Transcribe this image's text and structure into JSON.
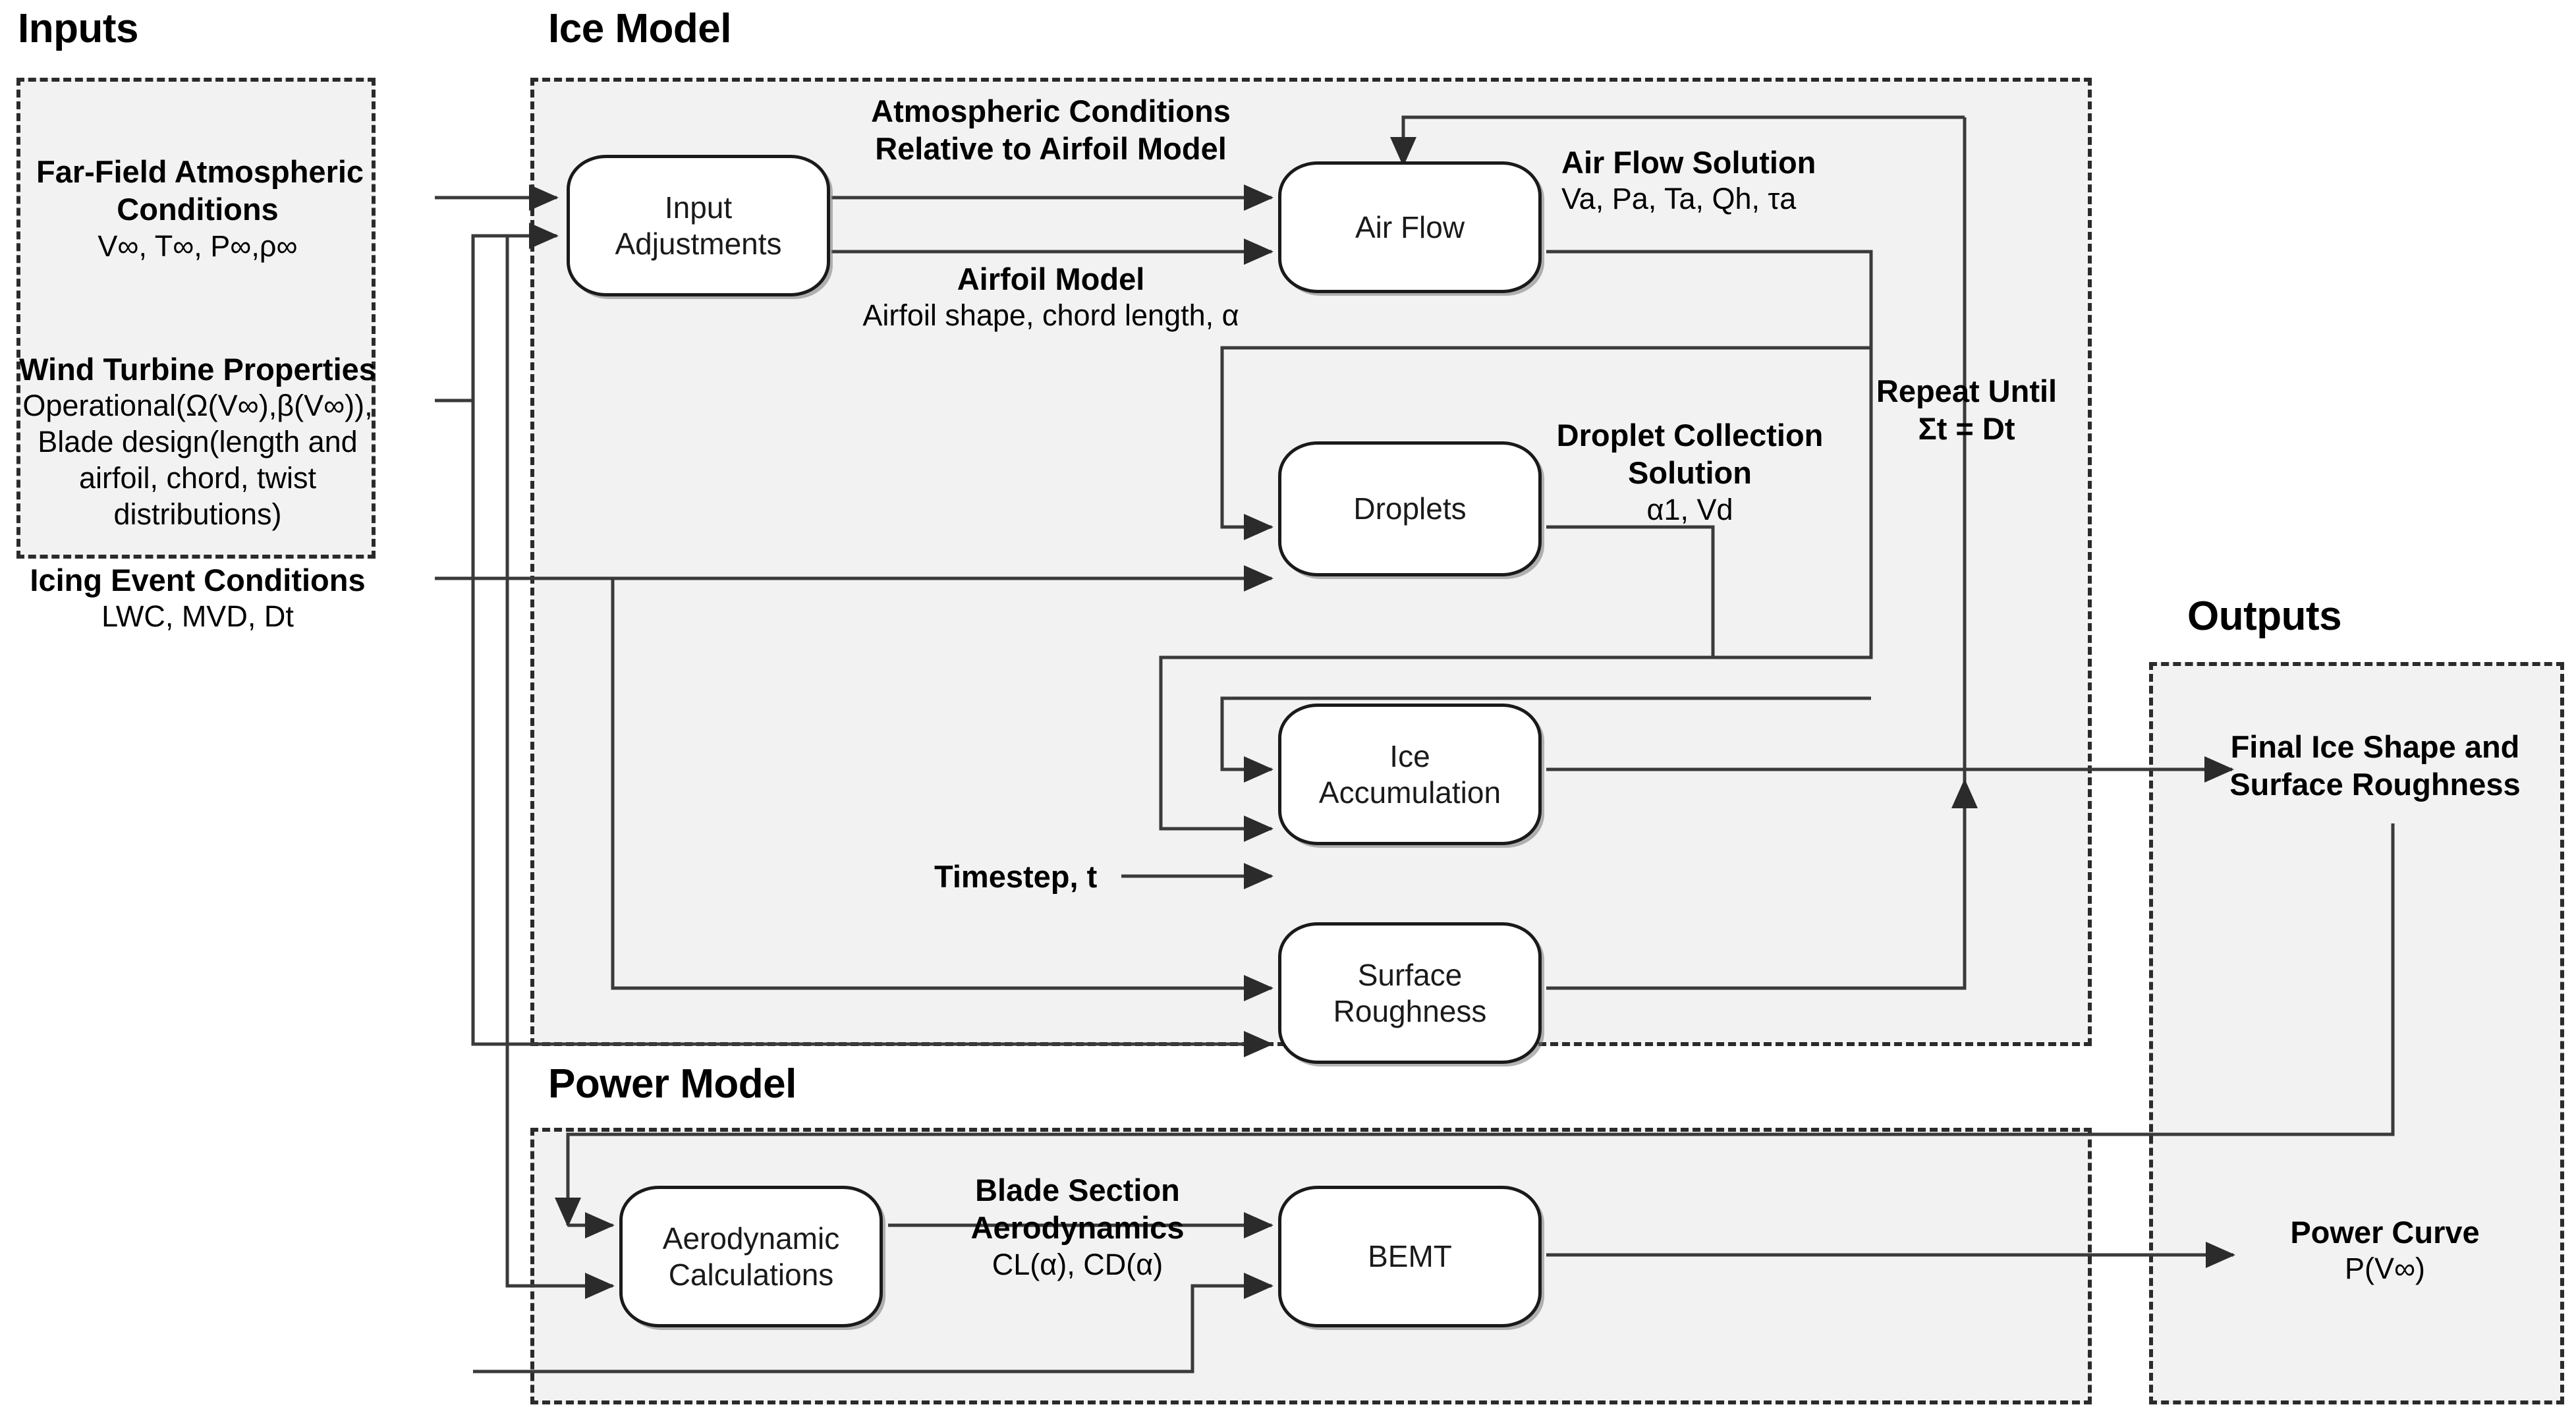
{
  "diagram": {
    "title_groups": [
      {
        "id": "inputs",
        "label": "Inputs"
      },
      {
        "id": "ice",
        "label": "Ice Model"
      },
      {
        "id": "power",
        "label": "Power Model"
      },
      {
        "id": "outputs",
        "label": "Outputs"
      }
    ]
  },
  "inputs": {
    "group_label": "Inputs",
    "items": [
      {
        "title": "Far-Field Atmospheric",
        "title2": "Conditions",
        "detail": "V∞, T∞, P∞,ρ∞"
      },
      {
        "title": "Wind Turbine Properties",
        "detail1": "Operational(Ω(V∞),β(V∞)),",
        "detail2": "Blade design(length and",
        "detail3": "airfoil, chord, twist",
        "detail4": "distributions)"
      },
      {
        "title": "Icing Event Conditions",
        "detail": "LWC, MVD, Dt"
      }
    ]
  },
  "ice_model": {
    "group_label": "Ice Model",
    "nodes": [
      {
        "id": "input-adjustments",
        "line1": "Input",
        "line2": "Adjustments"
      },
      {
        "id": "air-flow",
        "line1": "Air Flow",
        "line2": ""
      },
      {
        "id": "droplets",
        "line1": "Droplets",
        "line2": ""
      },
      {
        "id": "ice-accumulation",
        "line1": "Ice",
        "line2": "Accumulation"
      },
      {
        "id": "surface-roughness",
        "line1": "Surface",
        "line2": "Roughness"
      }
    ],
    "edge_labels": {
      "atmospheric_conditions_l1": "Atmospheric Conditions",
      "atmospheric_conditions_l2": "Relative to Airfoil Model",
      "airfoil_model_title": "Airfoil Model",
      "airfoil_model_detail": "Airfoil shape, chord length, α",
      "air_flow_solution_title": "Air Flow Solution",
      "air_flow_solution_detail": "Va, Pa, Ta, Qh, τa",
      "droplet_collection_l1": "Droplet Collection",
      "droplet_collection_l2": "Solution",
      "droplet_collection_detail": "α1, Vd",
      "repeat_until_l1": "Repeat Until",
      "repeat_until_l2": "Σt = Dt",
      "timestep": "Timestep, t"
    }
  },
  "power_model": {
    "group_label": "Power Model",
    "nodes": [
      {
        "id": "aerodynamic-calculations",
        "line1": "Aerodynamic",
        "line2": "Calculations"
      },
      {
        "id": "bemt",
        "line1": "BEMT",
        "line2": ""
      }
    ],
    "edge_labels": {
      "blade_section_l1": "Blade Section",
      "blade_section_l2": "Aerodynamics",
      "blade_section_detail": "CL(α), CD(α)"
    }
  },
  "outputs": {
    "group_label": "Outputs",
    "items": [
      {
        "line1": "Final Ice Shape and",
        "line2": "Surface Roughness"
      },
      {
        "line1": "Power Curve",
        "line2": "P(V∞)"
      }
    ]
  },
  "colors": {
    "group_fill": "#f2f2f2",
    "group_border": "#2b2b2b",
    "node_fill": "#ffffff",
    "node_border": "#1a1a1a",
    "wire": "#3a3a3a",
    "text": "#000000"
  }
}
